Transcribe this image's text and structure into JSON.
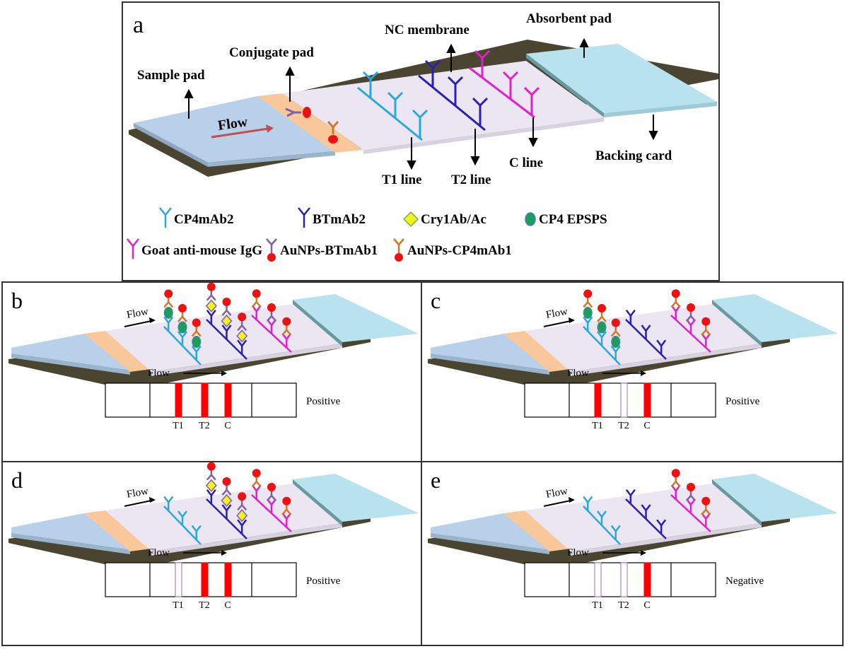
{
  "panel_a": {
    "letter": "a",
    "labels": {
      "sample_pad": "Sample pad",
      "conjugate_pad": "Conjugate pad",
      "nc_membrane": "NC membrane",
      "absorbent_pad": "Absorbent pad",
      "flow": "Flow",
      "t1_line": "T1 line",
      "t2_line": "T2 line",
      "c_line": "C line",
      "backing_card": "Backing card"
    },
    "legend": [
      {
        "icon": "antibody-icon",
        "color": "#29a8dc",
        "label": "CP4mAb2"
      },
      {
        "icon": "antibody-icon",
        "color": "#2a20b0",
        "label": "BTmAb2"
      },
      {
        "icon": "diamond-icon",
        "color": "#f2f21e",
        "label": "Cry1Ab/Ac"
      },
      {
        "icon": "ellipse-icon",
        "color": "#1a9e5a",
        "label": "CP4 EPSPS"
      },
      {
        "icon": "antibody-icon",
        "color": "#e020c8",
        "label": "Goat anti-mouse IgG"
      },
      {
        "icon": "conjugate-icon",
        "color": "#8060a8",
        "label": "AuNPs-BTmAb1"
      },
      {
        "icon": "conjugate-icon",
        "color": "#d07828",
        "label": "AuNPs-CP4mAb1"
      }
    ]
  },
  "panels": [
    {
      "letter": "b",
      "flow": "Flow",
      "result": "Positive",
      "t1": true,
      "t2": true,
      "c": true,
      "cp4_bound": true,
      "bt_bound": true
    },
    {
      "letter": "c",
      "flow": "Flow",
      "result": "Positive",
      "t1": true,
      "t2": false,
      "c": true,
      "cp4_bound": true,
      "bt_bound": false
    },
    {
      "letter": "d",
      "flow": "Flow",
      "result": "Positive",
      "t1": false,
      "t2": true,
      "c": true,
      "cp4_bound": false,
      "bt_bound": true
    },
    {
      "letter": "e",
      "flow": "Flow",
      "result": "Negative",
      "t1": false,
      "t2": false,
      "c": true,
      "cp4_bound": false,
      "bt_bound": false
    }
  ],
  "line_labels": [
    "T1",
    "T2",
    "C"
  ],
  "colors": {
    "sample_pad": "#b8d0ea",
    "conjugate_pad": "#f8c89a",
    "nc_membrane": "#ece6f2",
    "absorbent_pad": "#b8e2ee",
    "backing_card": "#4a4530",
    "cp4mab2": "#29a8dc",
    "btmab2": "#2a20b0",
    "goat_igg": "#e020c8",
    "aunp": "#ee1111",
    "bt_conj": "#8060a8",
    "cp4_conj": "#d07828",
    "cry": "#f2f21e",
    "epsps": "#1a9e5a",
    "line_red": "#ff0000",
    "line_empty": "#9070c0"
  }
}
